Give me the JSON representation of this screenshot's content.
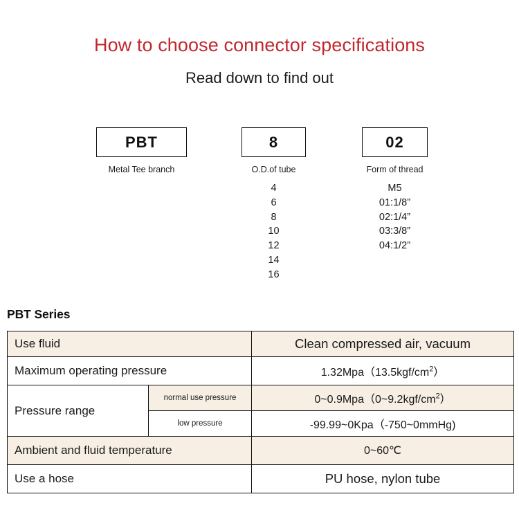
{
  "header": {
    "title": "How to choose connector specifications",
    "subtitle": "Read down to find out"
  },
  "code_groups": [
    {
      "id": "series",
      "code": "PBT",
      "caption": "Metal Tee branch",
      "options": []
    },
    {
      "id": "od",
      "code": "8",
      "caption": "O.D.of tube",
      "options": [
        "4",
        "6",
        "8",
        "10",
        "12",
        "14",
        "16"
      ]
    },
    {
      "id": "thread",
      "code": "02",
      "caption": "Form of thread",
      "options": [
        "M5",
        "01:1/8”",
        "02:1/4”",
        "03:3/8”",
        "04:1/2”"
      ]
    }
  ],
  "spec": {
    "series_label": "PBT Series",
    "rows": [
      {
        "label": "Use fluid",
        "value": "Clean compressed air, vacuum"
      },
      {
        "label": "Maximum operating pressure",
        "value_prefix": "1.32Mpa（13.5kgf/cm",
        "value_sup": "2",
        "value_suffix": "）"
      },
      {
        "label": "Pressure range",
        "sub_rows": [
          {
            "sub_label": "normal use pressure",
            "value_prefix": "0~0.9Mpa（0~9.2kgf/cm",
            "value_sup": "2",
            "value_suffix": "）"
          },
          {
            "sub_label": "low pressure",
            "value_prefix": "-99.99~0Kpa（-750~0mmHg)",
            "value_sup": "",
            "value_suffix": ""
          }
        ]
      },
      {
        "label": "Ambient and fluid temperature",
        "value": "0~60℃"
      },
      {
        "label": "Use a hose",
        "value": "PU hose, nylon tube"
      }
    ]
  },
  "colors": {
    "title_red": "#c1272d",
    "row_beige": "#f7eee4",
    "border": "#111111"
  }
}
